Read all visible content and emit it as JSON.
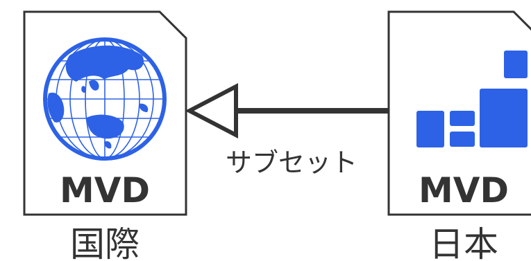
{
  "left_doc": {
    "title": "MVD",
    "caption": "国際",
    "icon": "globe-icon"
  },
  "right_doc": {
    "title": "MVD",
    "caption": "日本",
    "icon": "blocks-icon"
  },
  "arrow": {
    "label": "サブセット"
  },
  "colors": {
    "accent": "#2d62e6",
    "stroke": "#333333",
    "paper": "#ffffff"
  }
}
